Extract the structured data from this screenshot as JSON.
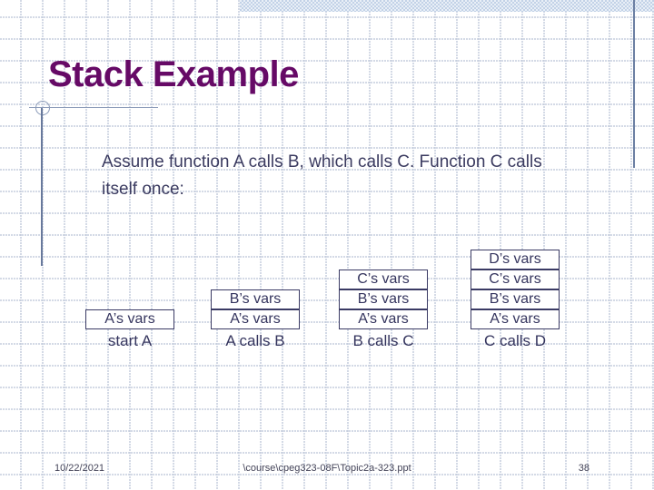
{
  "slide": {
    "title": "Stack Example",
    "body_line1": "Assume function A calls B, which calls C. Function C calls",
    "body_line2": "itself once:",
    "stacks": [
      {
        "cells": [
          "A’s vars"
        ],
        "caption": "start A"
      },
      {
        "cells": [
          "B’s vars",
          "A’s vars"
        ],
        "caption": "A calls B"
      },
      {
        "cells": [
          "C’s vars",
          "B’s vars",
          "A’s vars"
        ],
        "caption": "B calls C"
      },
      {
        "cells": [
          "D’s vars",
          "C’s vars",
          "B’s vars",
          "A’s vars"
        ],
        "caption": "C calls D"
      }
    ],
    "footer": {
      "date": "10/22/2021",
      "path": "\\course\\cpeg323-08F\\Topic2a-323.ppt",
      "page": "38"
    },
    "colors": {
      "title": "#660a66",
      "body_text": "#3b3b60",
      "box_border": "#3a3a64",
      "accent_line": "#8a9ab8",
      "band_blue": "#c2d2e7"
    }
  }
}
